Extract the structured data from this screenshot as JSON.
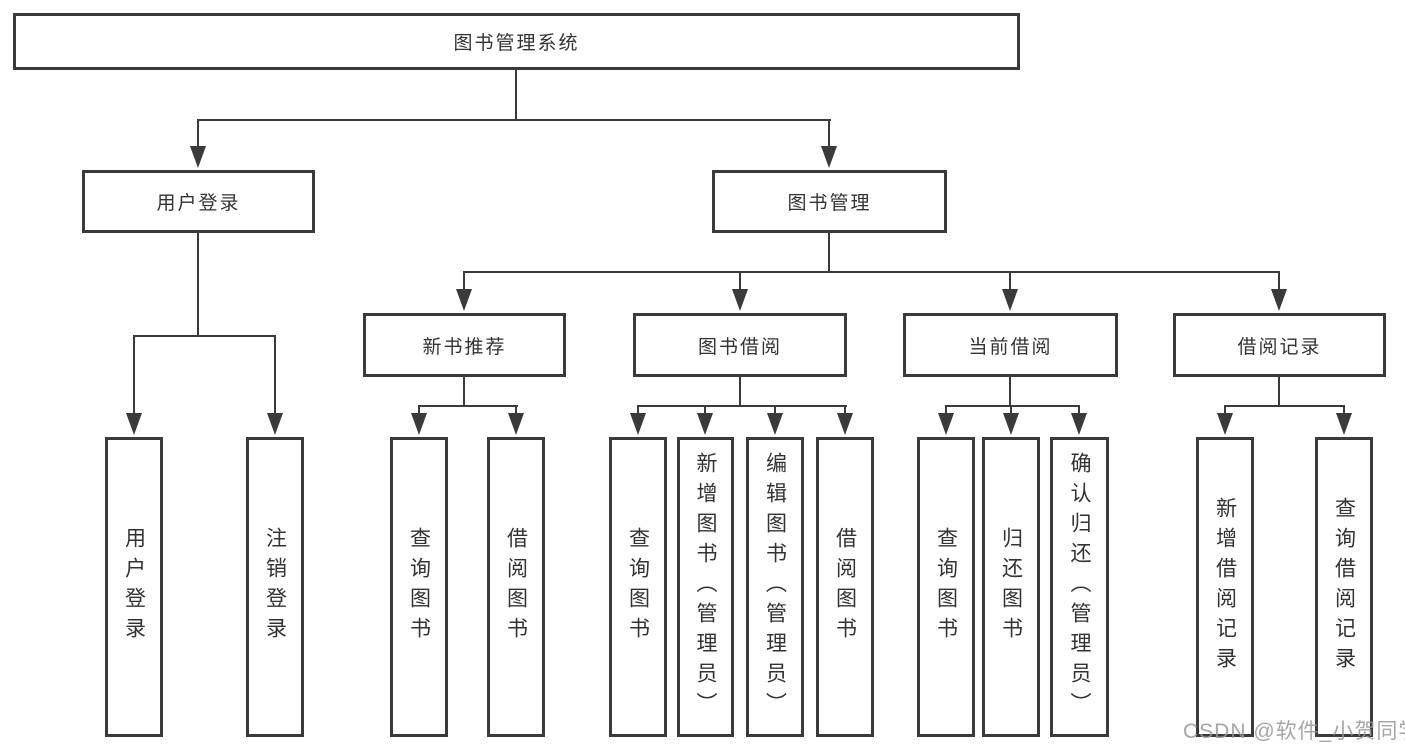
{
  "diagram": {
    "root": {
      "label": "图书管理系统"
    },
    "login": {
      "label": "用户登录",
      "children": {
        "user_login": {
          "label": "用户登录"
        },
        "logout": {
          "label": "注销登录"
        }
      }
    },
    "management": {
      "label": "图书管理",
      "children": {
        "new_book": {
          "label": "新书推荐",
          "children": {
            "query": {
              "label": "查询图书"
            },
            "borrow": {
              "label": "借阅图书"
            }
          }
        },
        "borrowing": {
          "label": "图书借阅",
          "children": {
            "query": {
              "label": "查询图书"
            },
            "add": {
              "label": "新增图书（管理员）"
            },
            "edit": {
              "label": "编辑图书（管理员）"
            },
            "borrow": {
              "label": "借阅图书"
            }
          }
        },
        "current": {
          "label": "当前借阅",
          "children": {
            "query": {
              "label": "查询图书"
            },
            "return_book": {
              "label": "归还图书"
            },
            "confirm": {
              "label": "确认归还（管理员）"
            }
          }
        },
        "records": {
          "label": "借阅记录",
          "children": {
            "add": {
              "label": "新增借阅记录"
            },
            "query": {
              "label": "查询借阅记录"
            }
          }
        }
      }
    }
  },
  "watermark": {
    "text": "CSDN @软件_小贺同学"
  },
  "colors": {
    "line": "#3a3a3a",
    "box_border": "#3a3a3a",
    "text": "#333333",
    "watermark": "#969696",
    "background": "#ffffff"
  }
}
